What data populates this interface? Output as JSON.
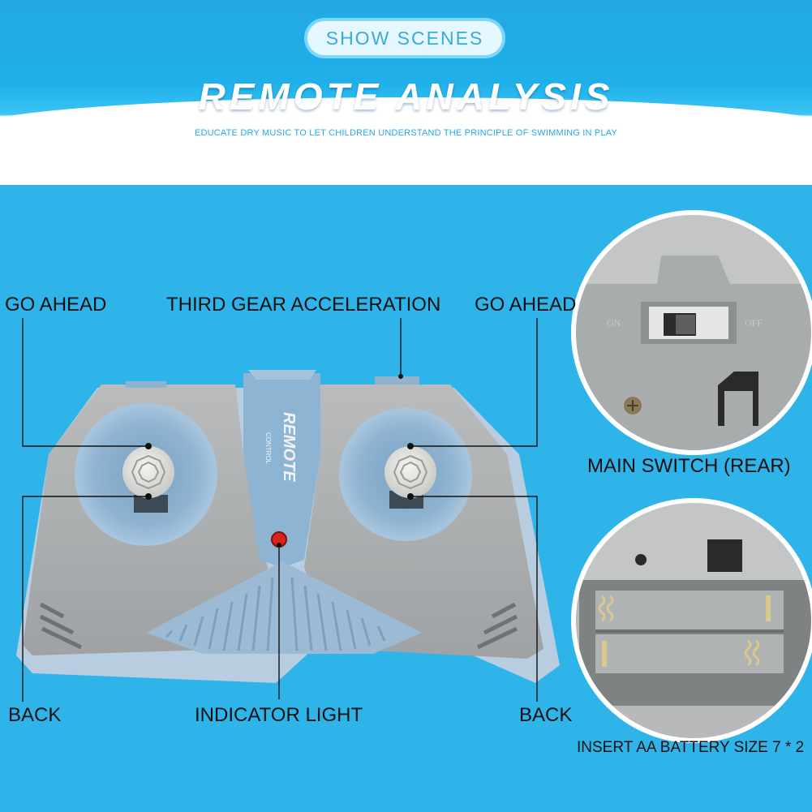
{
  "header": {
    "badge": "SHOW SCENES",
    "title": "REMOTE ANALYSIS",
    "subtitle": "EDUCATE DRY MUSIC TO LET CHILDREN UNDERSTAND THE PRINCIPLE OF SWIMMING IN PLAY"
  },
  "remote": {
    "brand_text": "REMOTE",
    "brand_sub": "CONTROL"
  },
  "labels": {
    "go_ahead_left": "GO AHEAD",
    "third_gear": "THIRD GEAR ACCELERATION",
    "go_ahead_right": "GO AHEAD",
    "back_left": "BACK",
    "indicator_light": "INDICATOR LIGHT",
    "back_right": "BACK",
    "main_switch": "MAIN SWITCH (REAR)",
    "battery": "INSERT AA BATTERY SIZE 7 * 2"
  },
  "switch": {
    "on": "ON",
    "off": "OFF"
  },
  "colors": {
    "background": "#2fb4ea",
    "remote_gray": "#a9abac",
    "remote_blue": "#8fb2cf",
    "indicator_red": "#d9241c"
  }
}
